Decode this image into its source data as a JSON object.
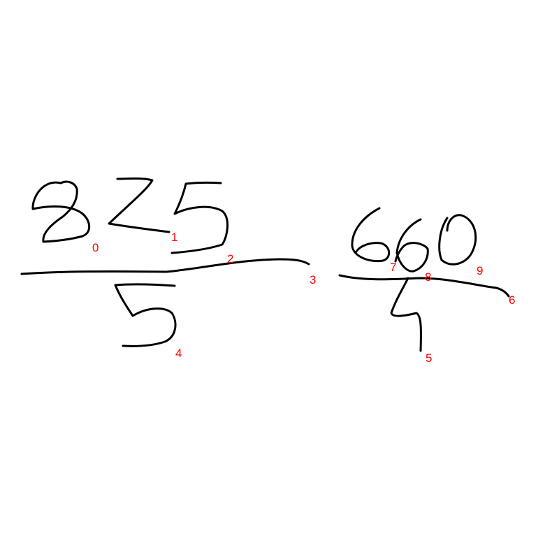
{
  "ink_color": "#000000",
  "label_color": "#ff0000",
  "strokes": [
    {
      "id": "stroke-0",
      "depicts": "8",
      "label": "0"
    },
    {
      "id": "stroke-1",
      "depicts": "2",
      "label": "1"
    },
    {
      "id": "stroke-2",
      "depicts": "5",
      "label": "2"
    },
    {
      "id": "stroke-3",
      "depicts": "fraction bar",
      "label": "3"
    },
    {
      "id": "stroke-4",
      "depicts": "5",
      "label": "4"
    },
    {
      "id": "stroke-5",
      "depicts": "4",
      "label": "5"
    },
    {
      "id": "stroke-6",
      "depicts": "horizontal line",
      "label": "6"
    },
    {
      "id": "stroke-7",
      "depicts": "6",
      "label": "7"
    },
    {
      "id": "stroke-8",
      "depicts": "6",
      "label": "8"
    },
    {
      "id": "stroke-9",
      "depicts": "0",
      "label": "9"
    }
  ]
}
